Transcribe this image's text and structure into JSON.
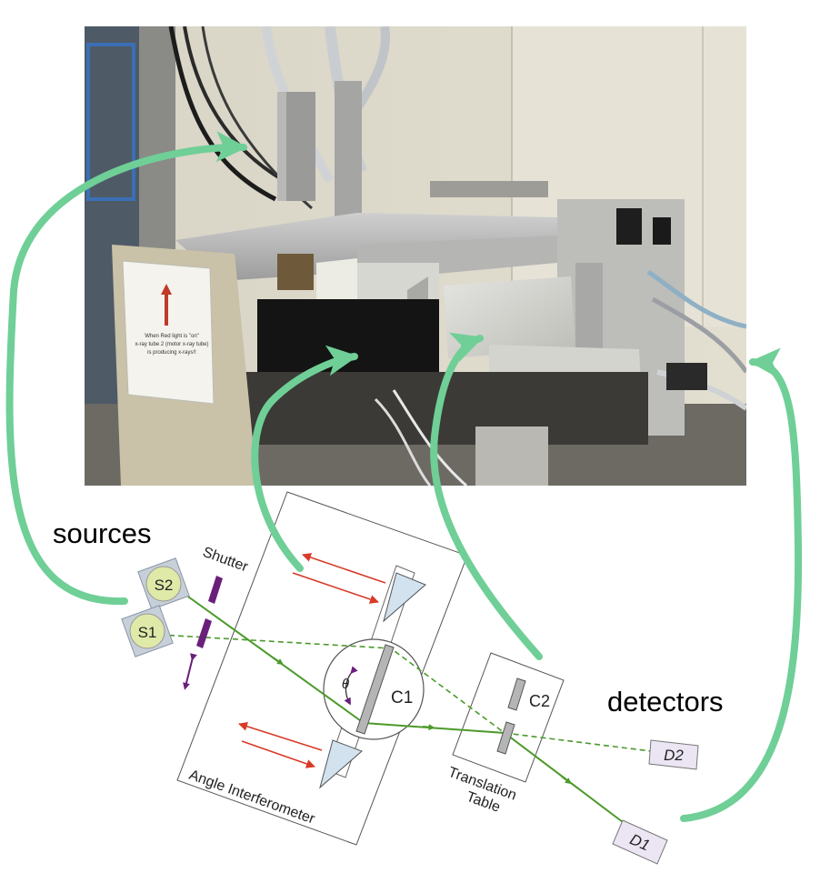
{
  "photo": {
    "sign": {
      "line1": "When Red light is \"on\"",
      "line2": "x-ray tube 2 (motor x-ray tube)",
      "line3": "is producing x-rays!!"
    }
  },
  "labels": {
    "sources": "sources",
    "detectors": "detectors",
    "shutter": "Shutter",
    "angle_interferometer": "Angle Interferometer",
    "translation_line1": "Translation",
    "translation_line2": "Table",
    "theta": "θ"
  },
  "components": {
    "s1": "S1",
    "s2": "S2",
    "c1": "C1",
    "c2": "C2",
    "d1": "D1",
    "d2": "D2"
  },
  "colors": {
    "callout_green": "#6fcf97",
    "beam_green": "#4c9a2a",
    "arrow_red": "#d83a28",
    "shutter_purple": "#6a1f7a",
    "source_fill": "#dfe9a8",
    "detector_fill": "#ece6f4",
    "prism_fill": "#d2e2ef"
  }
}
